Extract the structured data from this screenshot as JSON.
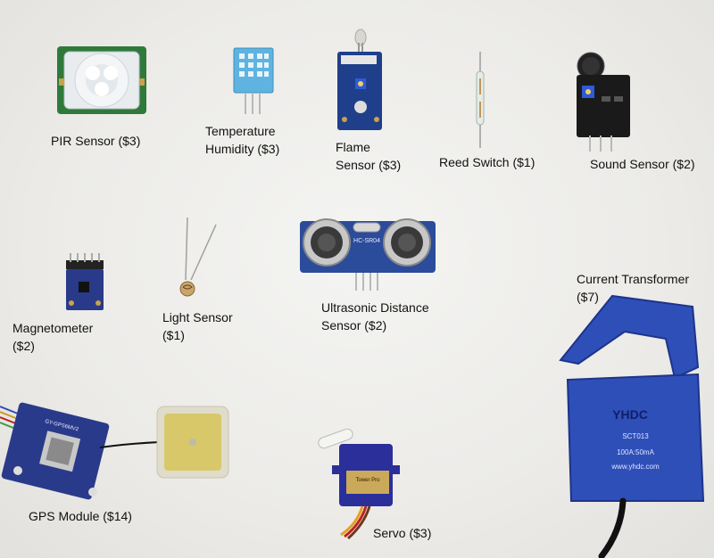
{
  "labels": {
    "pir": "PIR Sensor ($3)",
    "temp_line1": "Temperature",
    "temp_line2": "Humidity ($3)",
    "flame_line1": "Flame",
    "flame_line2": "Sensor ($3)",
    "reed": "Reed Switch ($1)",
    "sound": "Sound Sensor ($2)",
    "magneto_line1": "Magnetometer",
    "magneto_line2": "($2)",
    "light_line1": "Light Sensor",
    "light_line2": "($1)",
    "ultra_line1": "Ultrasonic Distance",
    "ultra_line2": "Sensor ($2)",
    "ct_line1": "Current Transformer",
    "ct_line2": "($7)",
    "gps": "GPS Module ($14)",
    "servo": "Servo ($3)"
  },
  "printed_text": {
    "ultrasonic_chip": "HC-SR04",
    "ct_brand": "YHDC",
    "ct_model": "SCT013",
    "ct_rating": "100A:50mA",
    "ct_url": "www.yhdc.com",
    "gps_chip": "GY-GPS6MV2",
    "servo_brand": "Tower Pro"
  },
  "colors": {
    "pcb_blue": "#1f3f8a",
    "ct_blue": "#2f4fb8",
    "dht_blue": "#5fb3e0",
    "pir_green": "#2f7a3a"
  }
}
